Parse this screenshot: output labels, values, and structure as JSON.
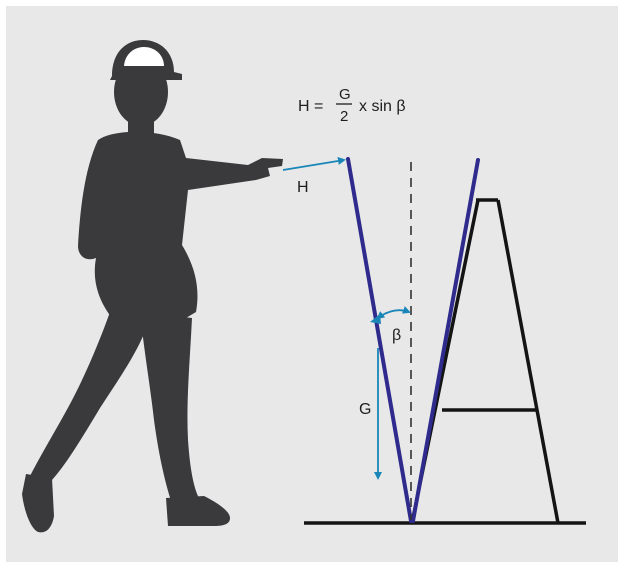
{
  "formula": {
    "lhs": "H =",
    "numerator": "G",
    "denominator": "2",
    "rhs": "x sin β"
  },
  "labels": {
    "h": "H",
    "beta": "β",
    "g": "G"
  },
  "colors": {
    "panel": "#e8e8e9",
    "silhouette": "#3a3a3c",
    "helmet_front": "#ffffff",
    "ladder_blue": "#2e2b8c",
    "ladder_black": "#141414",
    "arrow": "#1a86b8",
    "dashes": "#333333"
  }
}
